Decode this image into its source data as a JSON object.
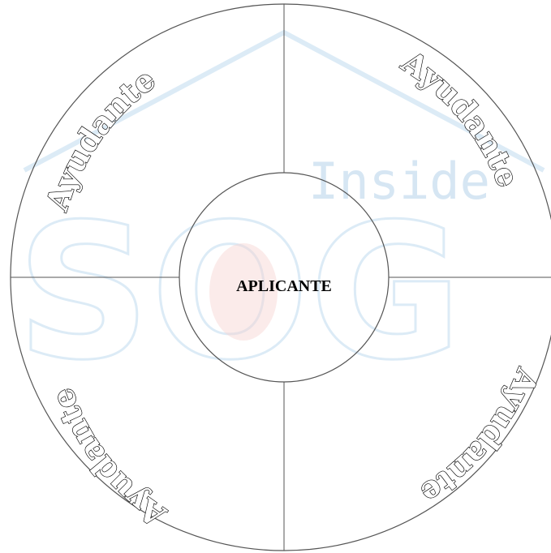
{
  "diagram": {
    "center_label": "APLICANTE",
    "quadrant_labels": {
      "top_left": "Ayudante",
      "top_right": "Ayudante",
      "bottom_left": "Ayudante",
      "bottom_right": "Ayudante"
    },
    "watermark": {
      "text": "Inside",
      "logo_text": "SOG"
    },
    "colors": {
      "line": "#555555",
      "watermark": "#d6e6f3",
      "watermark_accent": "#f6d3d0"
    }
  }
}
